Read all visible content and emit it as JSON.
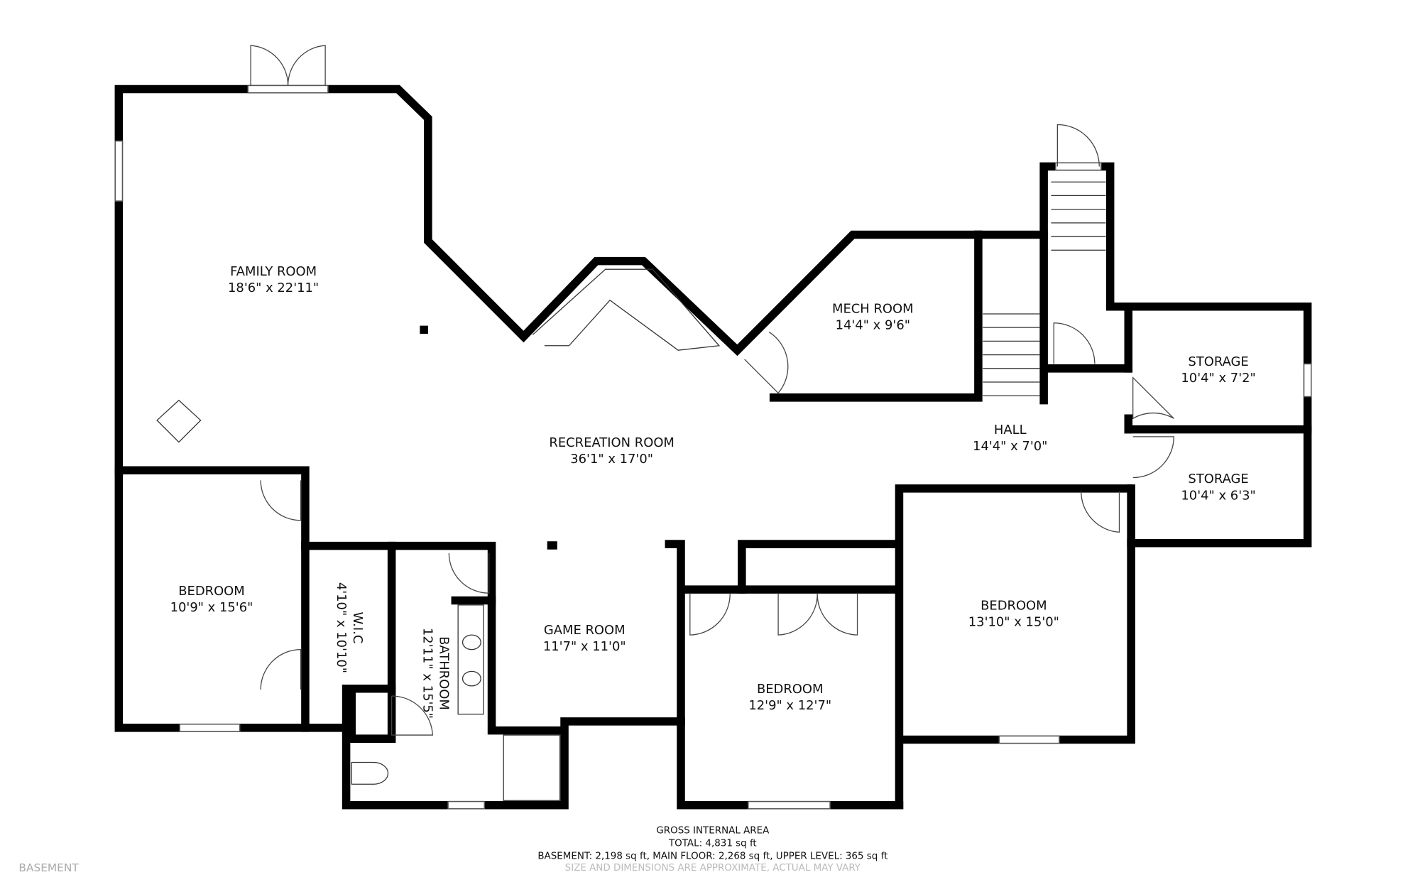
{
  "floor_label": "BASEMENT",
  "rooms": [
    {
      "name": "FAMILY ROOM",
      "size": "18'6\" x 22'11\""
    },
    {
      "name": "RECREATION ROOM",
      "size": "36'1\" x 17'0\""
    },
    {
      "name": "MECH ROOM",
      "size": "14'4\" x 9'6\""
    },
    {
      "name": "HALL",
      "size": "14'4\" x 7'0\""
    },
    {
      "name": "STORAGE",
      "size": "10'4\" x 7'2\""
    },
    {
      "name": "STORAGE",
      "size": "10'4\" x 6'3\""
    },
    {
      "name": "BEDROOM",
      "size": "10'9\" x 15'6\""
    },
    {
      "name": "W.I.C",
      "size": "4'10\" x 10'10\""
    },
    {
      "name": "BATHROOM",
      "size": "12'11\" x 15'5\""
    },
    {
      "name": "GAME ROOM",
      "size": "11'7\" x 11'0\""
    },
    {
      "name": "BEDROOM",
      "size": "12'9\" x 12'7\""
    },
    {
      "name": "BEDROOM",
      "size": "13'10\" x 15'0\""
    }
  ],
  "footer": {
    "title": "GROSS INTERNAL AREA",
    "total": "TOTAL: 4,831 sq ft",
    "breakdown": "BASEMENT: 2,198 sq ft, MAIN FLOOR: 2,268 sq ft, UPPER LEVEL: 365 sq ft",
    "disclaimer": "SIZE AND DIMENSIONS ARE APPROXIMATE, ACTUAL MAY VARY"
  }
}
